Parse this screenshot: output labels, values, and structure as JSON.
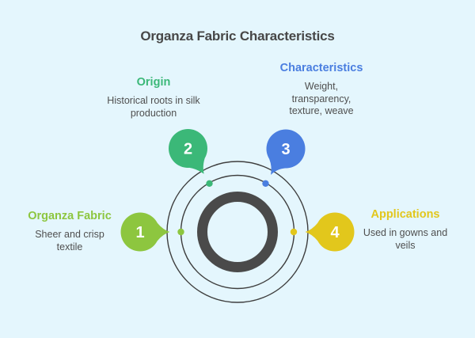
{
  "title": "Organza Fabric Characteristics",
  "colors": {
    "background": "#e4f6fd",
    "title_text": "#474747",
    "body_text": "#4f4f4f",
    "ring": "#4a4a4a",
    "orbit": "#3e3e3e",
    "bubble_number_text": "#ffffff"
  },
  "items": [
    {
      "number": "1",
      "label": "Organza Fabric",
      "description": "Sheer and crisp textile",
      "color": "#8dc63f"
    },
    {
      "number": "2",
      "label": "Origin",
      "description": "Historical roots in silk production",
      "color": "#3bb878"
    },
    {
      "number": "3",
      "label": "Characteristics",
      "description": "Weight, transparency, texture, weave",
      "color": "#4a7ee0"
    },
    {
      "number": "4",
      "label": "Applications",
      "description": "Used in gowns and veils",
      "color": "#e2c71c"
    }
  ]
}
